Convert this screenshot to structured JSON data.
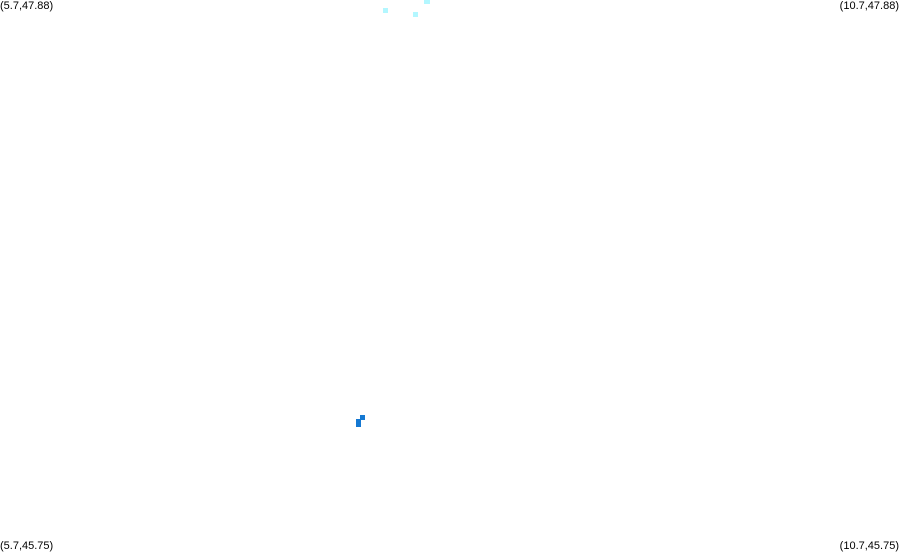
{
  "map": {
    "corner_labels": {
      "top_left": "(5.7,47.88)",
      "top_right": "(10.7,47.88)",
      "bottom_left": "(5.7,45.75)",
      "bottom_right": "(10.7,45.75)"
    },
    "bounds": {
      "lon_min": 5.7,
      "lon_max": 10.7,
      "lat_min": 45.75,
      "lat_max": 47.88
    },
    "colors": {
      "background": "#ffffff",
      "light_cyan": "#b3f7ff",
      "blue": "#1478d2",
      "label_text": "#000000"
    }
  }
}
